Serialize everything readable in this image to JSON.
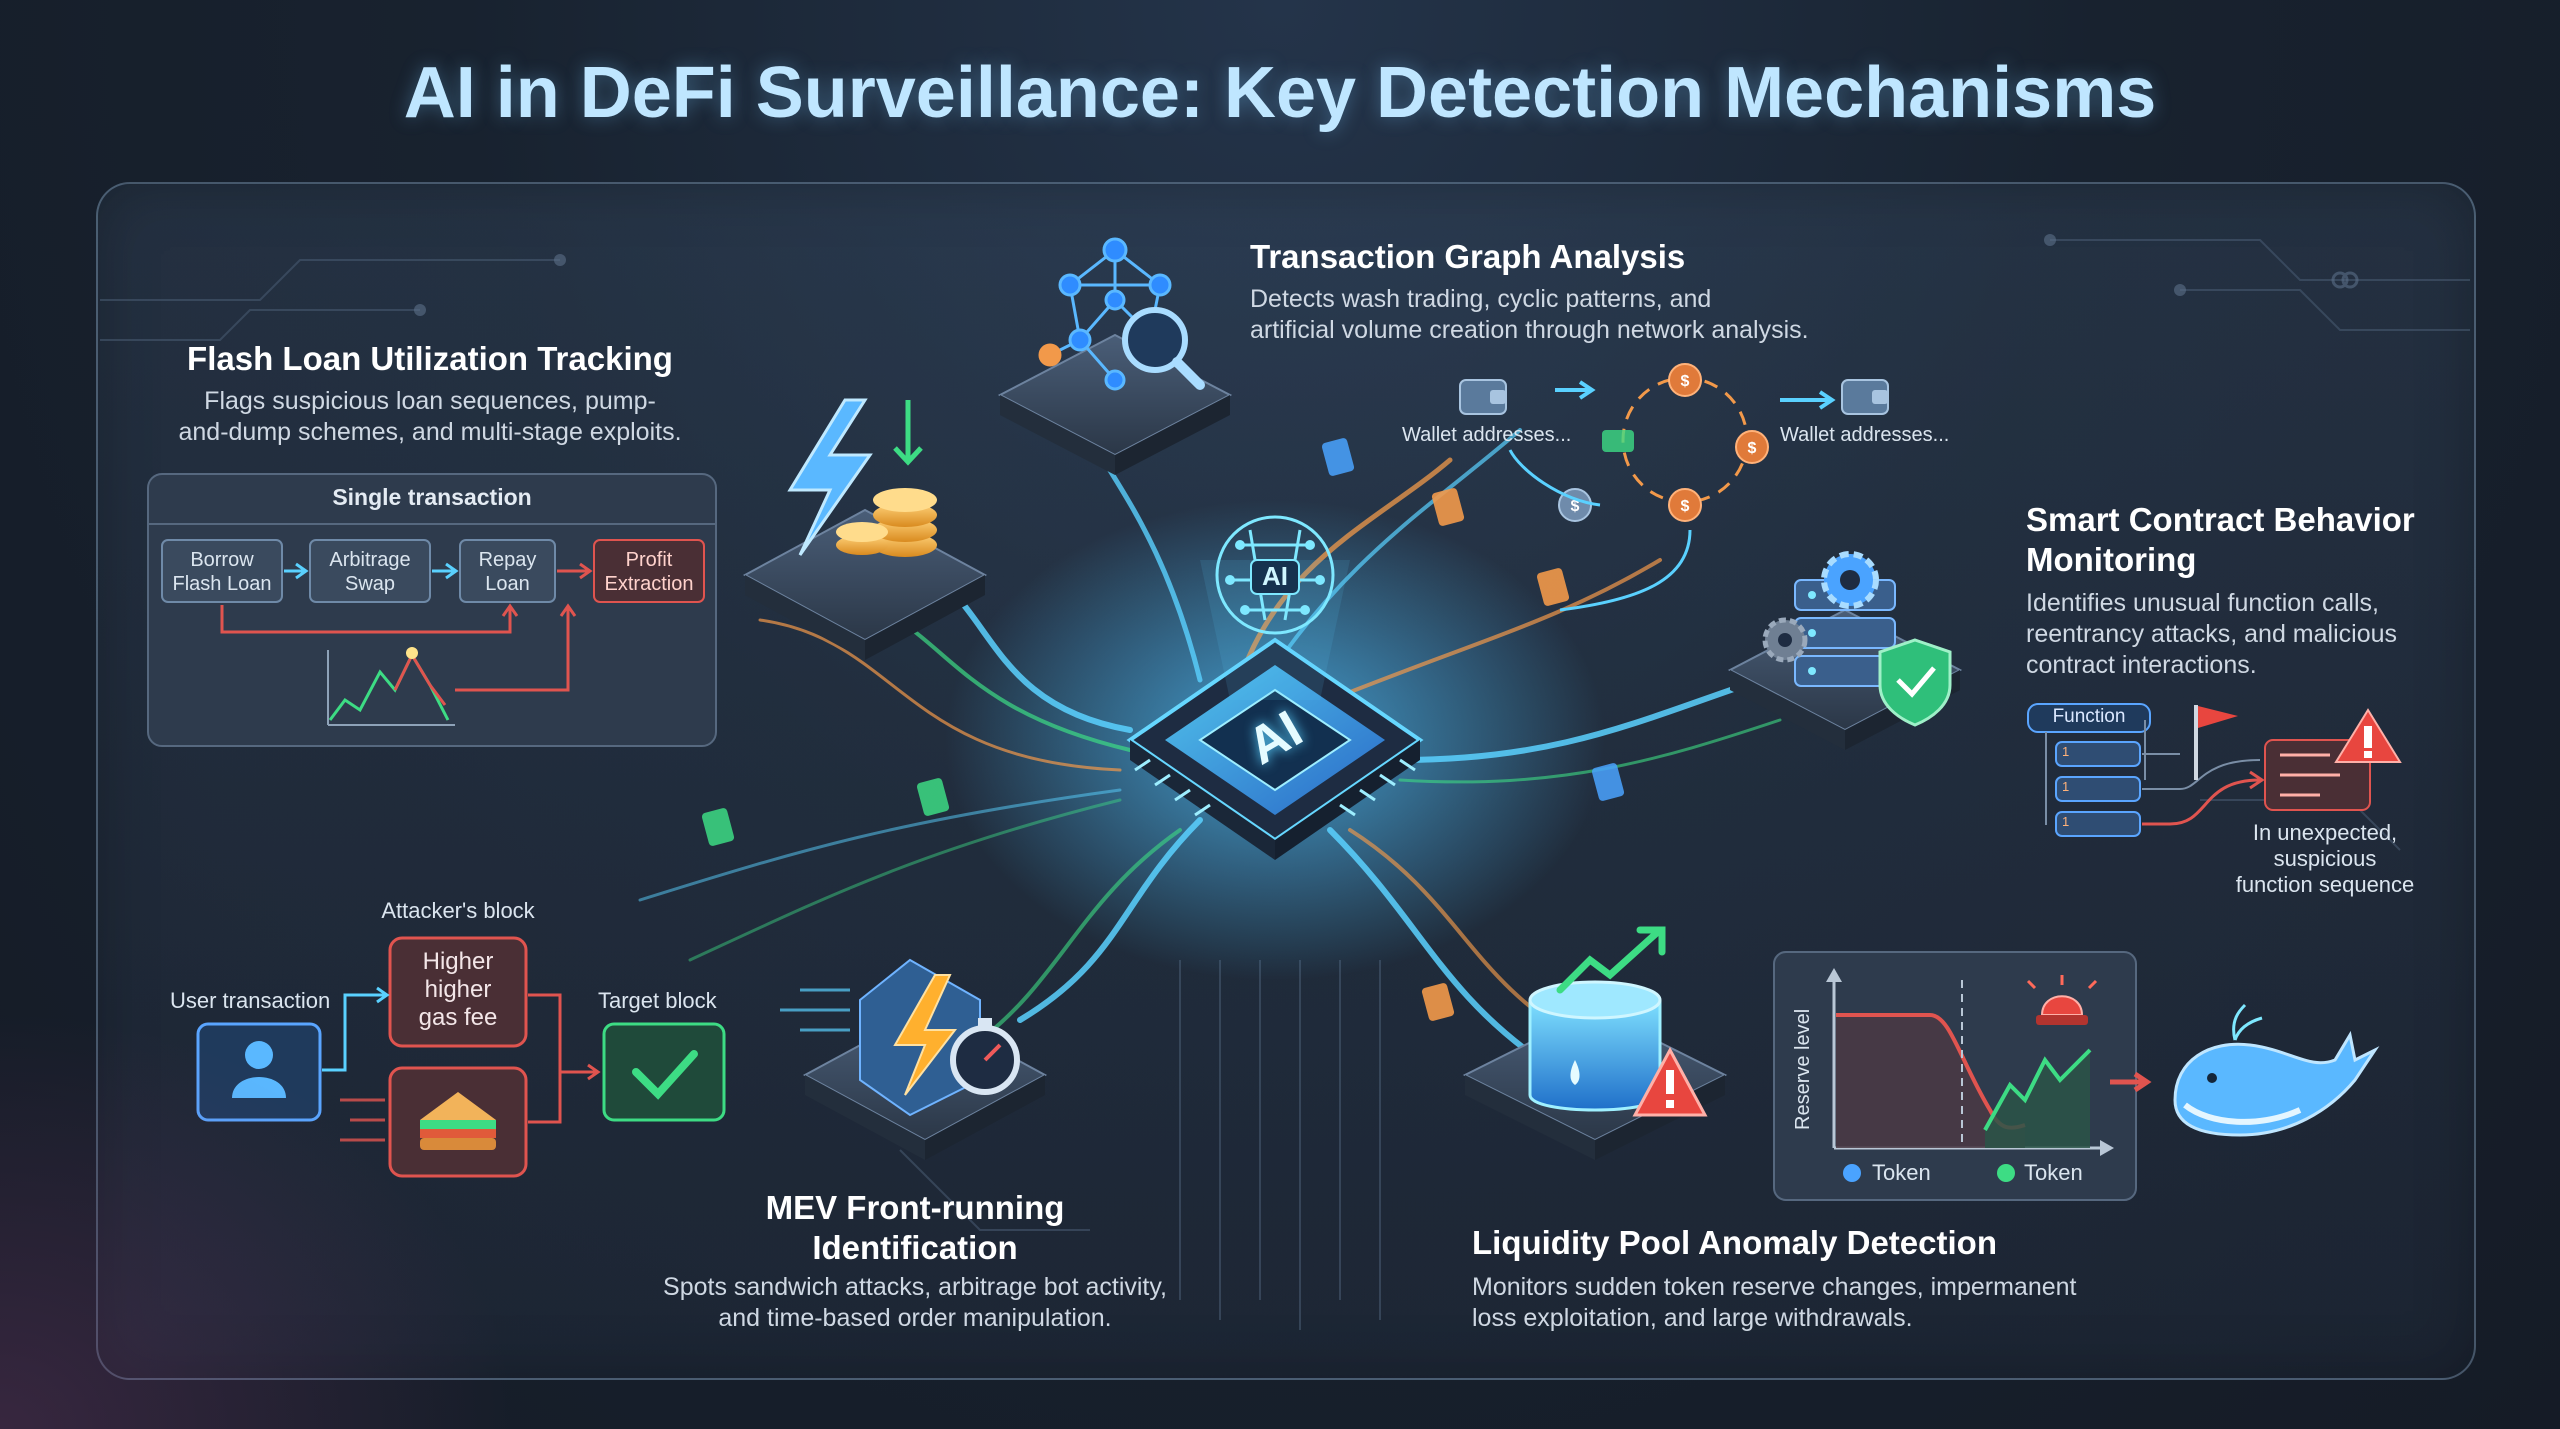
{
  "title": "AI in DeFi Surveillance: Key Detection Mechanisms",
  "center_chip": {
    "label": "AI",
    "brain_label": "AI"
  },
  "flash_loan": {
    "title": "Flash Loan Utilization Tracking",
    "desc_line1": "Flags suspicious loan sequences, pump-",
    "desc_line2": "and-dump schemes, and multi-stage exploits.",
    "panel_title": "Single transaction",
    "steps": [
      {
        "line1": "Borrow",
        "line2": "Flash Loan"
      },
      {
        "line1": "Arbitrage",
        "line2": "Swap"
      },
      {
        "line1": "Repay",
        "line2": "Loan"
      },
      {
        "line1": "Profit",
        "line2": "Extraction"
      }
    ]
  },
  "graph": {
    "title": "Transaction Graph Analysis",
    "desc_line1": "Detects wash trading, cyclic patterns, and",
    "desc_line2": "artificial volume creation through network analysis.",
    "wallet_left": "Wallet addresses...",
    "wallet_right": "Wallet addresses..."
  },
  "smart_contract": {
    "title_line1": "Smart Contract Behavior",
    "title_line2": "Monitoring",
    "desc_line1": "Identifies unusual function calls,",
    "desc_line2": "reentrancy attacks, and malicious",
    "desc_line3": "contract interactions.",
    "function_label": "Function",
    "slot_label": "1",
    "note_line1": "In unexpected,",
    "note_line2": "suspicious",
    "note_line3": "function sequence"
  },
  "mev": {
    "title_line1": "MEV Front-running",
    "title_line2": "Identification",
    "desc_line1": "Spots sandwich attacks, arbitrage bot activity,",
    "desc_line2": "and time-based order manipulation.",
    "attacker_label": "Attacker's block",
    "gas_line1": "Higher",
    "gas_line2": "higher",
    "gas_line3": "gas fee",
    "user_label": "User transaction",
    "target_label": "Target block"
  },
  "liquidity": {
    "title": "Liquidity Pool Anomaly Detection",
    "desc_line1": "Monitors sudden token reserve changes, impermanent",
    "desc_line2": "loss exploitation, and large withdrawals.",
    "y_axis": "Reserve level",
    "legend": [
      {
        "label": "Token",
        "color": "#4aa3ff"
      },
      {
        "label": "Token",
        "color": "#3ddc84"
      }
    ]
  },
  "colors": {
    "accent": "#5ad1ff",
    "red": "#e0544f",
    "green": "#3ddc84",
    "orange": "#f2994a"
  },
  "icons": [
    "network-graph-icon",
    "magnifier-icon",
    "lightning-icon",
    "coins-icon",
    "brain-icon",
    "cpu-chip-icon",
    "server-icon",
    "gear-icon",
    "shield-check-icon",
    "stopwatch-icon",
    "water-tank-icon",
    "warning-icon",
    "siren-icon",
    "whale-icon",
    "wallet-icon",
    "user-icon",
    "sandwich-icon",
    "check-icon",
    "flag-icon"
  ]
}
